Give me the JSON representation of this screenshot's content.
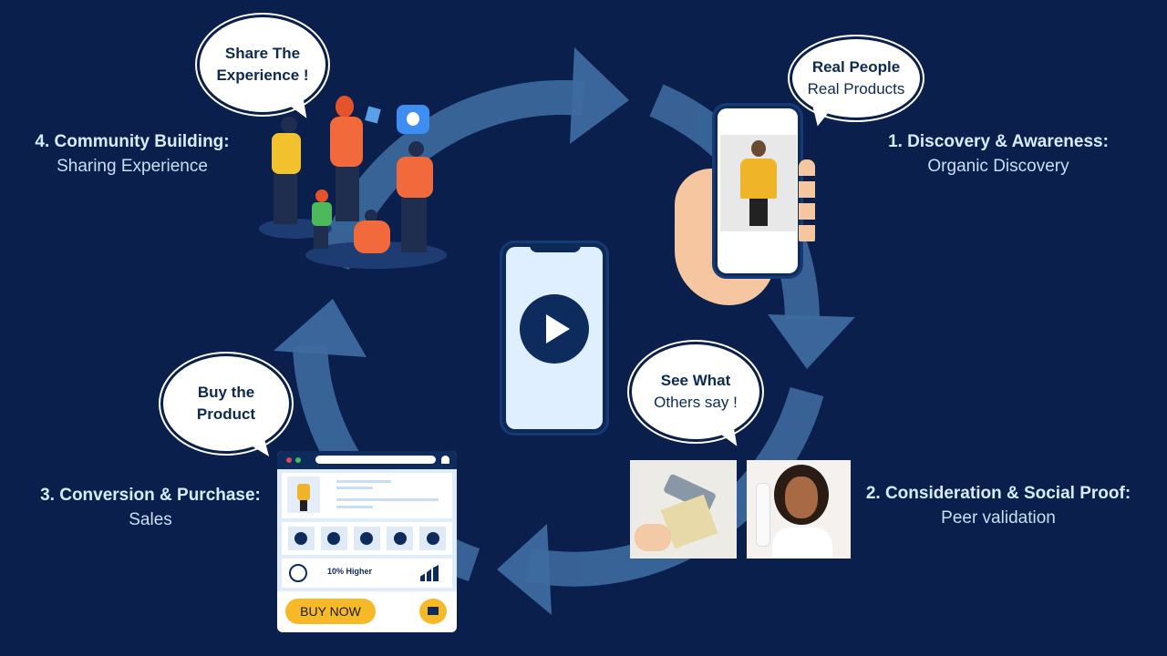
{
  "stages": [
    {
      "title": "1.  Discovery & Awareness:",
      "subtitle": "Organic Discovery"
    },
    {
      "title": "2. Consideration & Social Proof:",
      "subtitle": "Peer validation"
    },
    {
      "title": "3. Conversion & Purchase:",
      "subtitle": "Sales"
    },
    {
      "title": "4. Community Building:",
      "subtitle": "Sharing Experience"
    }
  ],
  "bubbles": {
    "real": {
      "line1": "Real People",
      "line2": "Real Products"
    },
    "see": {
      "line1": "See What",
      "line2": "Others say !"
    },
    "buy": {
      "line1": "Buy the",
      "line2": "Product"
    },
    "share": {
      "line1": "Share The",
      "line2": "Experience !"
    }
  },
  "shop": {
    "stat": "10% Higher",
    "buy_label": "BUY NOW"
  },
  "colors": {
    "background": "#0a1f4b",
    "arrow": "#3d6a9f",
    "accent": "#f7b928"
  }
}
